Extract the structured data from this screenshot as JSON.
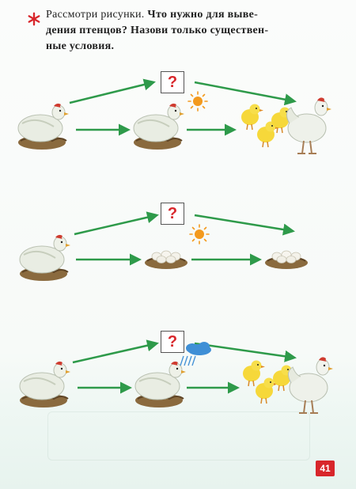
{
  "task": {
    "plain": "Рассмотри рисунки. ",
    "bold": "Что нужно для выведения птенцов?",
    "rest": " Назови только существенные условия.",
    "line1_plain": "Рассмотри рисунки.",
    "line1_bold": "Что нужно для выве-",
    "line2": "дения птенцов? Назови только существен-",
    "line3": "ные условия."
  },
  "question_mark": "?",
  "page_number": "41",
  "colors": {
    "arrow": "#2e9a4a",
    "question": "#d8262b",
    "sun": "#f39a1e",
    "rain_cloud": "#3f8fd6",
    "star": "#d8262b"
  },
  "icons": {
    "star": "red-asterisk-icon",
    "sun": "sun-icon",
    "rain": "rain-cloud-icon",
    "hen": "hen-on-nest-illustration",
    "chicks": "chicks-illustration",
    "eggs": "eggs-in-nest-illustration",
    "rooster": "white-hen-illustration"
  }
}
